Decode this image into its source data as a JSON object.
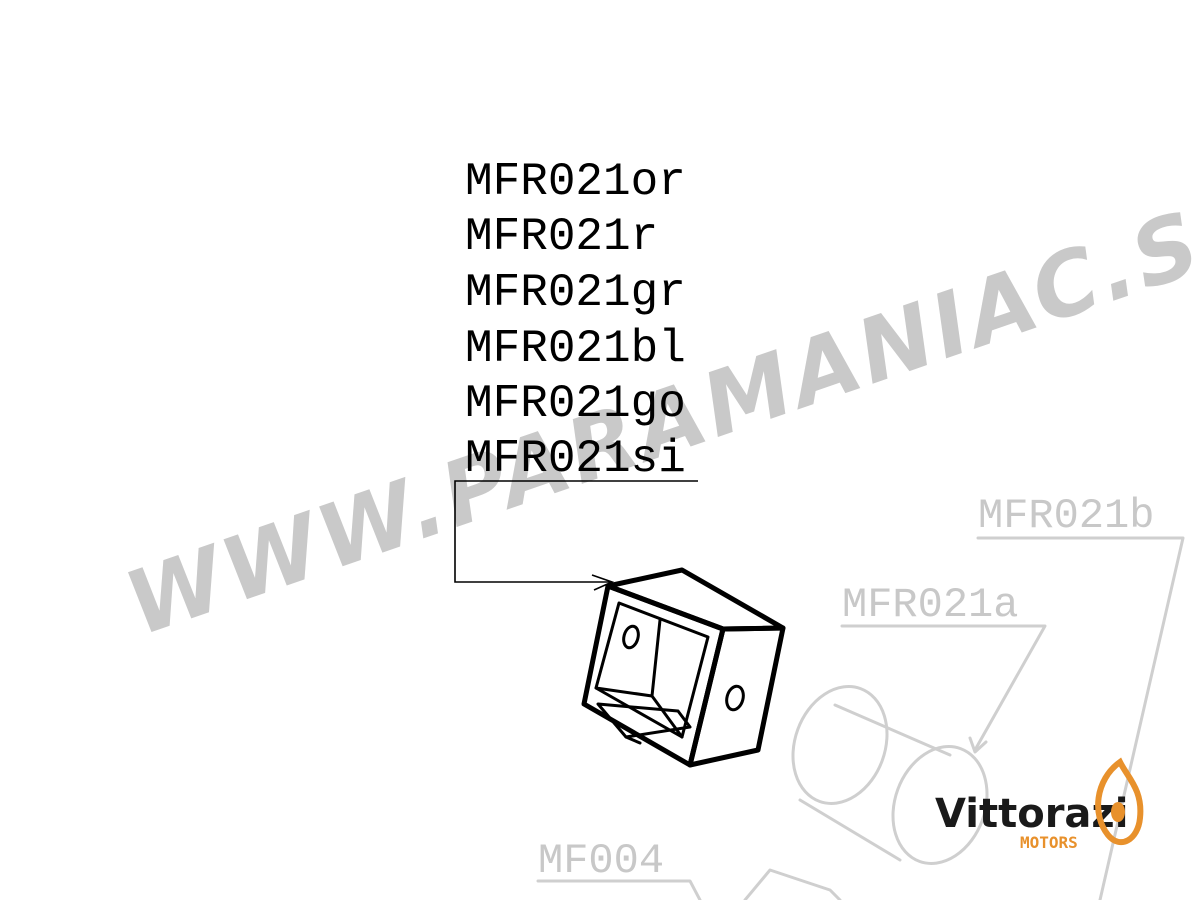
{
  "part_codes": [
    "MFR021or",
    "MFR021r",
    "MFR021gr",
    "MFR021bl",
    "MFR021go",
    "MFR021si"
  ],
  "ghost_labels": {
    "b": "MFR021b",
    "a": "MFR021a",
    "mf004": "MF004"
  },
  "watermark": "WWW.PARAMANIAC.SHOP",
  "logo": {
    "brand": "Vittorazi",
    "sub": "MOTORS",
    "accent_color": "#e8912c"
  },
  "colors": {
    "line": "#000000",
    "ghost": "#c8c8c8",
    "watermark": "#c9c9c9"
  }
}
